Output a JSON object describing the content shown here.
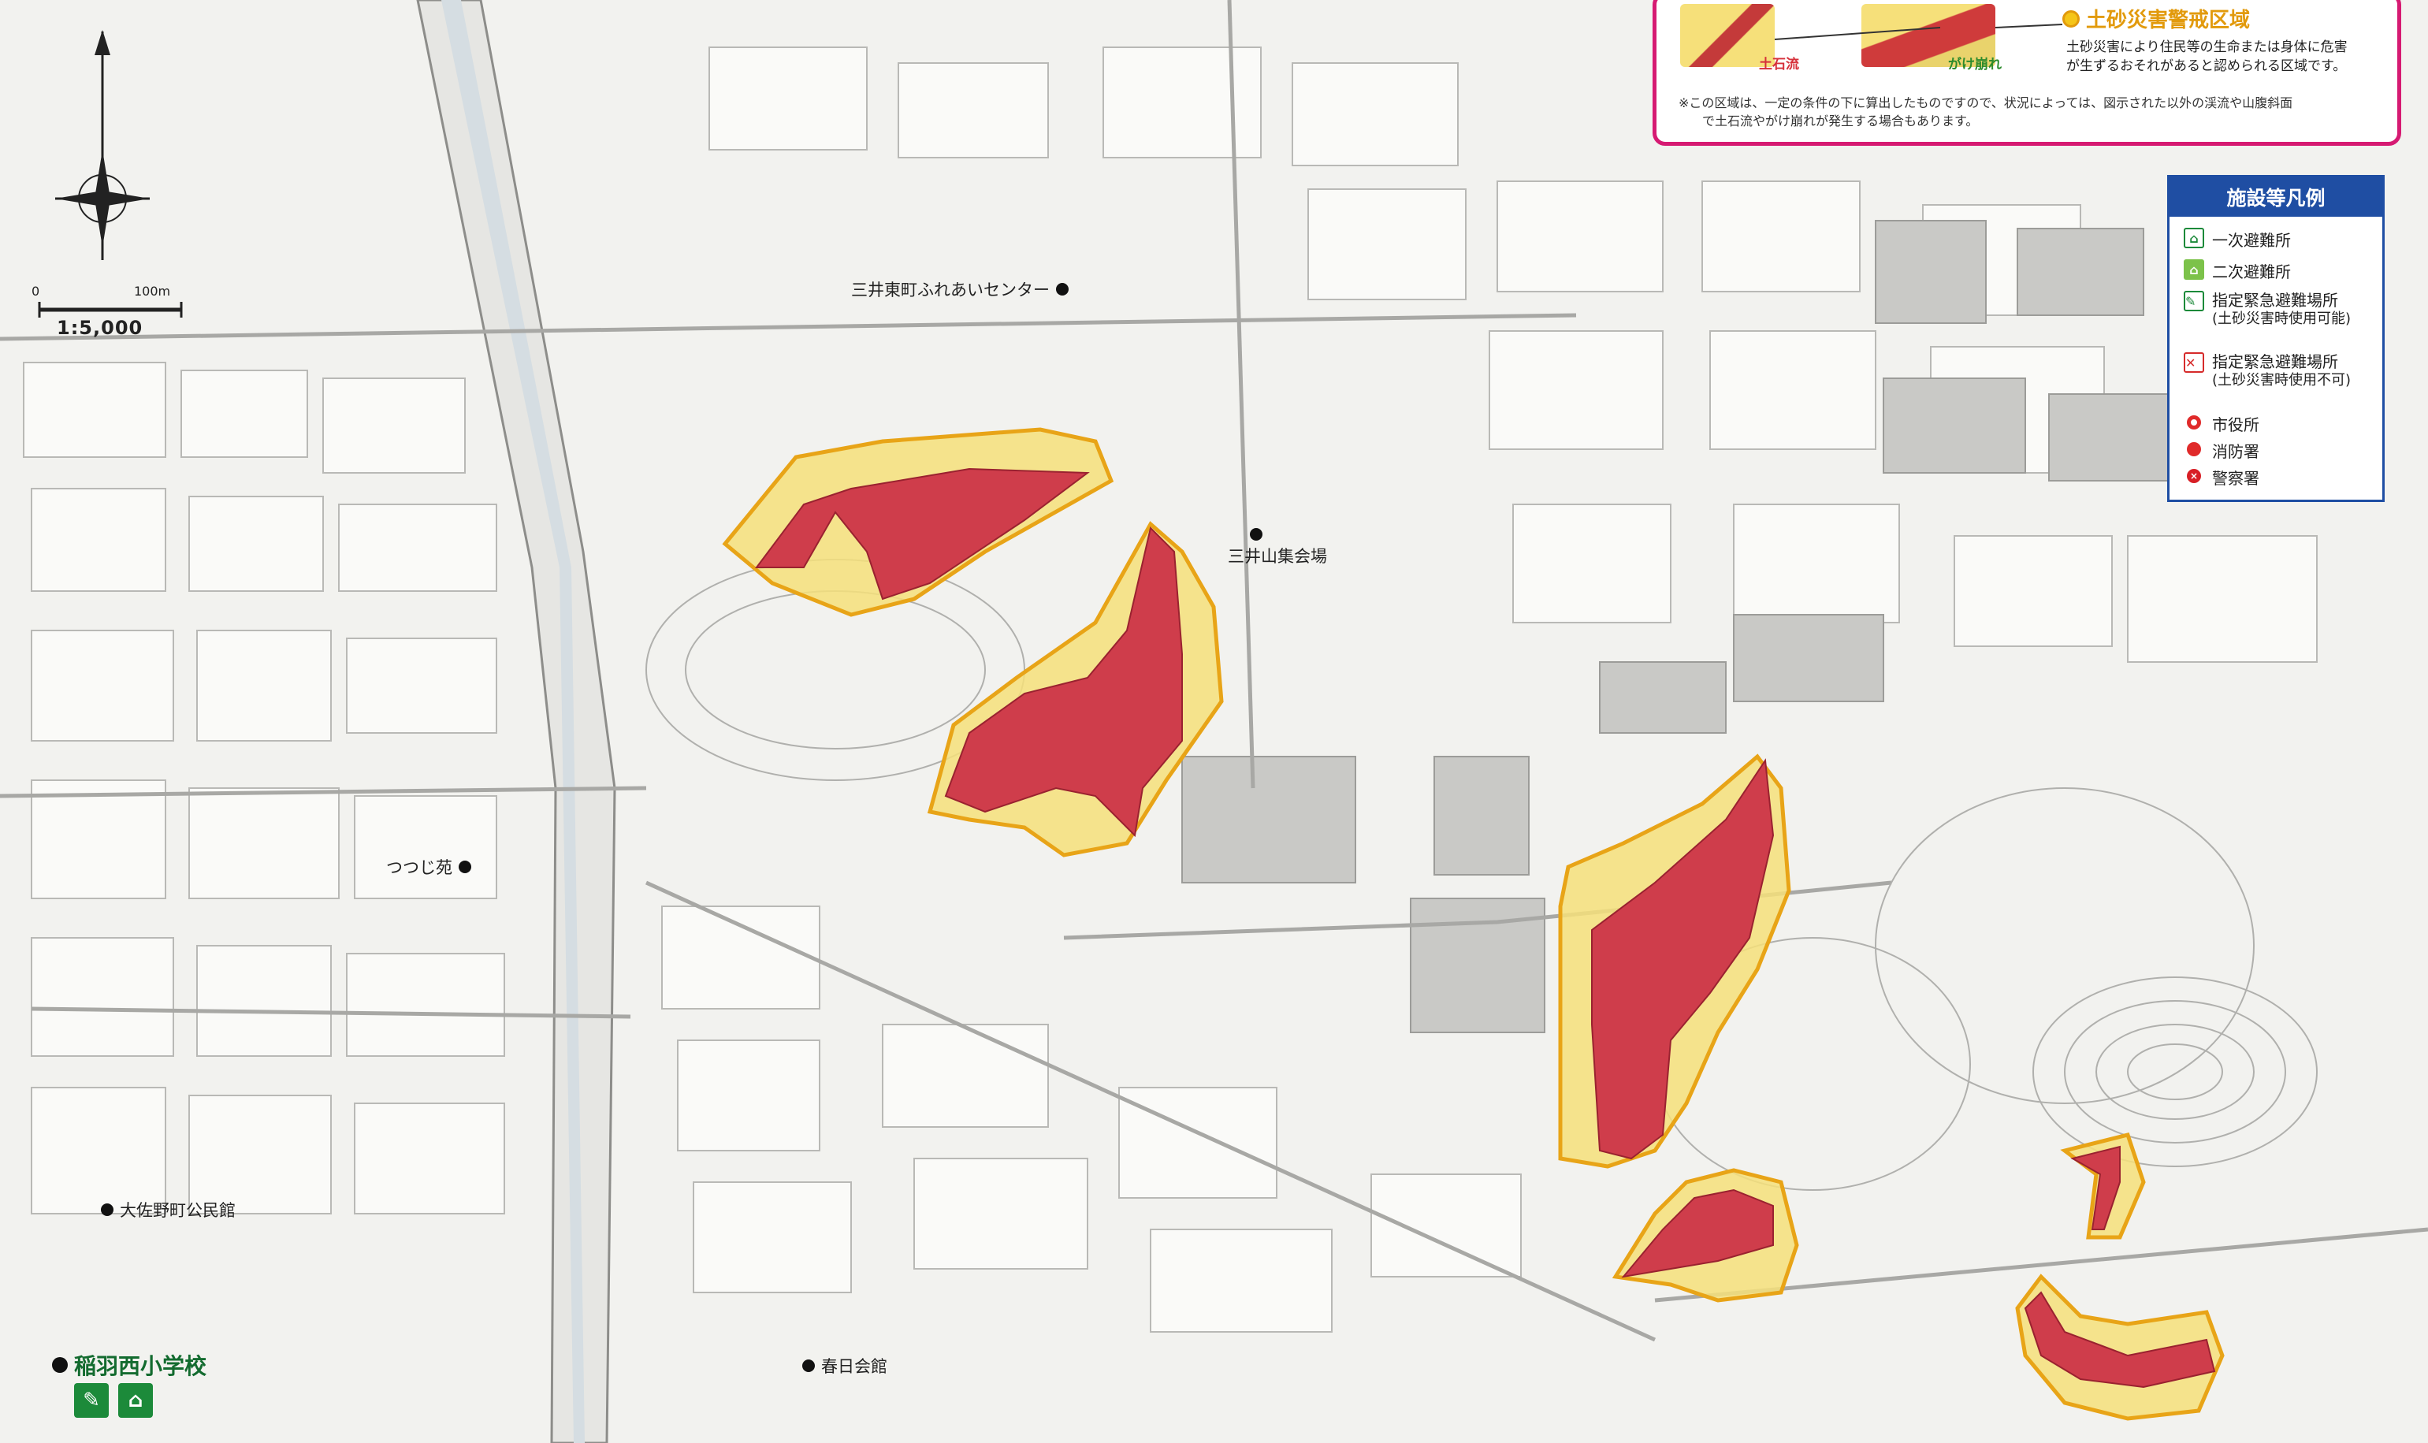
{
  "map": {
    "scale_text": "1:5,000",
    "scale_zero": "0",
    "scale_distance": "100m"
  },
  "places": {
    "mitsui_higashi": "三井東町ふれあいセンター",
    "mitsuiyama": "三井山集会場",
    "tsutsuji": "つつじ苑",
    "osano": "大佐野町公民館",
    "kasuga": "春日会館",
    "school": "稲羽西小学校"
  },
  "top_legend": {
    "type_debris": "土石流",
    "type_slope": "がけ崩れ",
    "zone_title": "土砂災害警戒区域",
    "zone_desc_1": "土砂災害により住民等の生命または身体に危害",
    "zone_desc_2": "が生ずるおそれがあると認められる区域です。",
    "note_1": "※この区域は、一定の条件の下に算出したものですので、状況によっては、図示された以外の渓流や山腹斜面",
    "note_2": "で土石流やがけ崩れが発生する場合もあります。"
  },
  "facility_legend": {
    "title": "施設等凡例",
    "primary": "一次避難所",
    "secondary": "二次避難所",
    "emergency_ok_1": "指定緊急避難場所",
    "emergency_ok_2": "(土砂災害時使用可能)",
    "emergency_ng_1": "指定緊急避難場所",
    "emergency_ng_2": "(土砂災害時使用不可)",
    "city_hall": "市役所",
    "fire": "消防署",
    "police": "警察署"
  },
  "colors": {
    "warning_zone": "#f6e07a",
    "warning_zone_edge": "#e8a417",
    "special_zone": "#cf3d4b",
    "legend_border": "#d61a72",
    "facility_header": "#1f4ea3",
    "shelter_green": "#1c8a3a"
  }
}
